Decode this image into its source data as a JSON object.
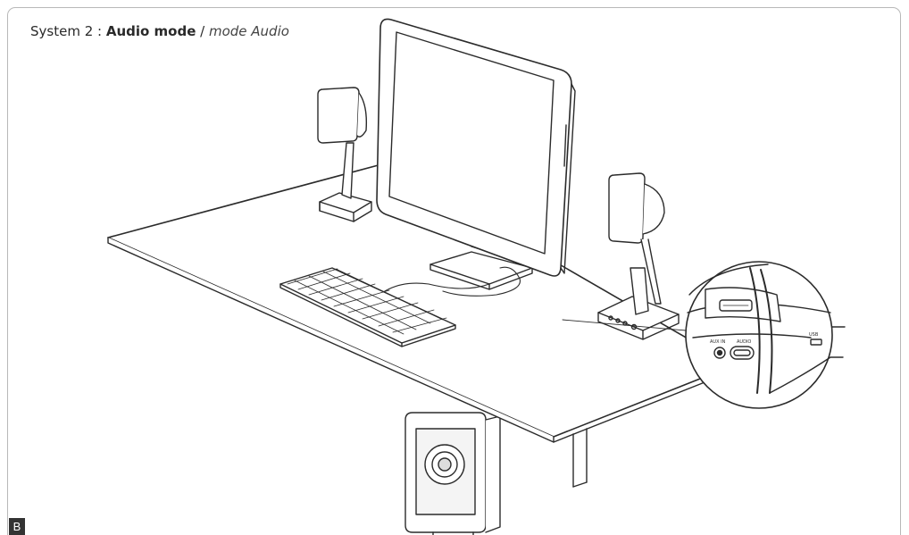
{
  "caption": {
    "system": "System 2 : ",
    "mode_bold": "Audio mode",
    "separator": " / ",
    "mode_italic": "mode Audio"
  },
  "badge": "B",
  "inset_labels": {
    "aux_in": "AUX IN",
    "audio": "AUDIO",
    "usb": "USB"
  },
  "colors": {
    "line": "#2b2b2b",
    "frame": "#b8b8b8",
    "badge_bg": "#333333"
  },
  "icons": [
    "computer-monitor",
    "speaker",
    "keyboard",
    "docking-station",
    "subwoofer",
    "connector-detail-zoom"
  ]
}
